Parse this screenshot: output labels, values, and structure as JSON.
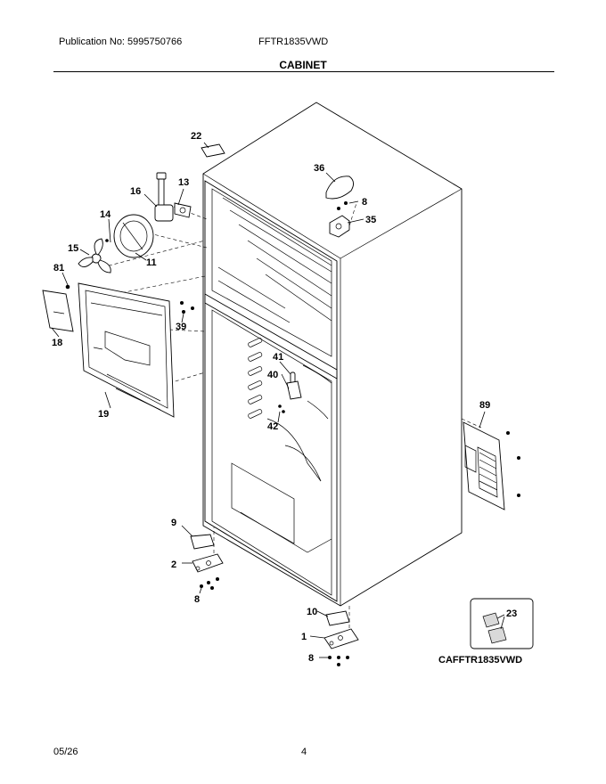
{
  "header": {
    "publication": "Publication No: 5995750766",
    "model": "FFTR1835VWD",
    "section_title": "CABINET"
  },
  "footer": {
    "date": "05/26",
    "page": "4"
  },
  "diagram": {
    "callouts": [
      "22",
      "16",
      "13",
      "36",
      "8",
      "14",
      "35",
      "15",
      "11",
      "81",
      "39",
      "18",
      "41",
      "40",
      "19",
      "42",
      "89",
      "9",
      "2",
      "8",
      "10",
      "1",
      "8",
      "23"
    ],
    "inset_label": "CAFFTR1835VWD"
  }
}
